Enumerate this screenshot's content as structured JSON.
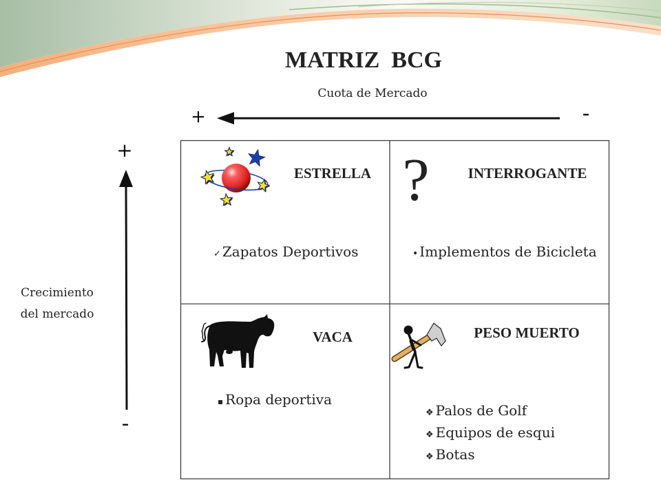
{
  "slide": {
    "title": "MATRIZ  BCG"
  },
  "x_axis": {
    "label": "Cuota de Mercado",
    "high_sign": "+",
    "low_sign": "-"
  },
  "y_axis": {
    "label_lines": [
      "Crecimiento",
      "del mercado"
    ],
    "high_sign": "+",
    "low_sign": "-"
  },
  "quadrants": {
    "estrella": {
      "label": "ESTRELLA",
      "icon": "star-ball-icon",
      "bullet": "✓",
      "items": [
        "Zapatos Deportivos"
      ]
    },
    "interrogante": {
      "label": "INTERROGANTE",
      "icon": "question-mark-icon",
      "symbol": "?",
      "bullet": "•",
      "items": [
        "Implementos de Bicicleta"
      ]
    },
    "vaca": {
      "label": "VACA",
      "icon": "cow-icon",
      "bullet": "▪",
      "items": [
        "Ropa deportiva"
      ]
    },
    "peso_muerto": {
      "label": "PESO MUERTO",
      "icon": "hammer-man-icon",
      "bullet": "❖",
      "items": [
        "Palos de Golf",
        "Equipos de esqui",
        "Botas"
      ]
    }
  },
  "colors": {
    "text": "#222222",
    "grid_line": "#404040",
    "arrow": "#111111",
    "deco_orange": "#f3a76e",
    "deco_green": "#a7bea5",
    "sphere_red": "#e32626",
    "star_blue": "#1e3ea6",
    "star_yellow": "#f5e226",
    "star_outline": "#1a2358",
    "hammer_handle": "#e1b064",
    "hammer_head": "#cfcfcf",
    "silhouette": "#111111"
  }
}
